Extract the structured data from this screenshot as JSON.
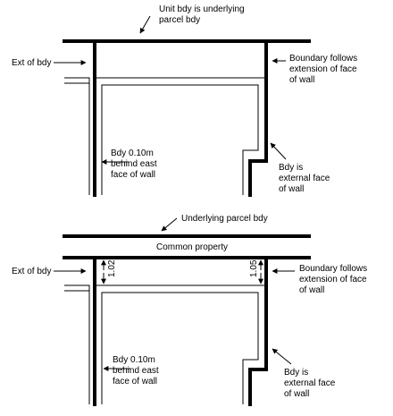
{
  "colors": {
    "line": "#000000",
    "background": "#ffffff"
  },
  "top_diagram": {
    "unit_bdy_note": [
      "Unit bdy is underlying",
      "parcel bdy"
    ],
    "ext_of_bdy": "Ext of bdy",
    "boundary_follows": [
      "Boundary follows",
      "extension of face",
      "of wall"
    ],
    "bdy_behind_east": [
      "Bdy 0.10m",
      "behind east",
      "face of wall"
    ],
    "bdy_external": [
      "Bdy is",
      "external face",
      "of wall"
    ]
  },
  "bottom_diagram": {
    "underlying_parcel": "Underlying parcel bdy",
    "common_property": "Common property",
    "ext_of_bdy": "Ext of bdy",
    "dim_left": "1.02",
    "dim_right": "1.05",
    "boundary_follows": [
      "Boundary follows",
      "extension of face",
      "of wall"
    ],
    "bdy_behind_east": [
      "Bdy 0.10m",
      "behind east",
      "face of wall"
    ],
    "bdy_external": [
      "Bdy is",
      "external face",
      "of wall"
    ]
  }
}
